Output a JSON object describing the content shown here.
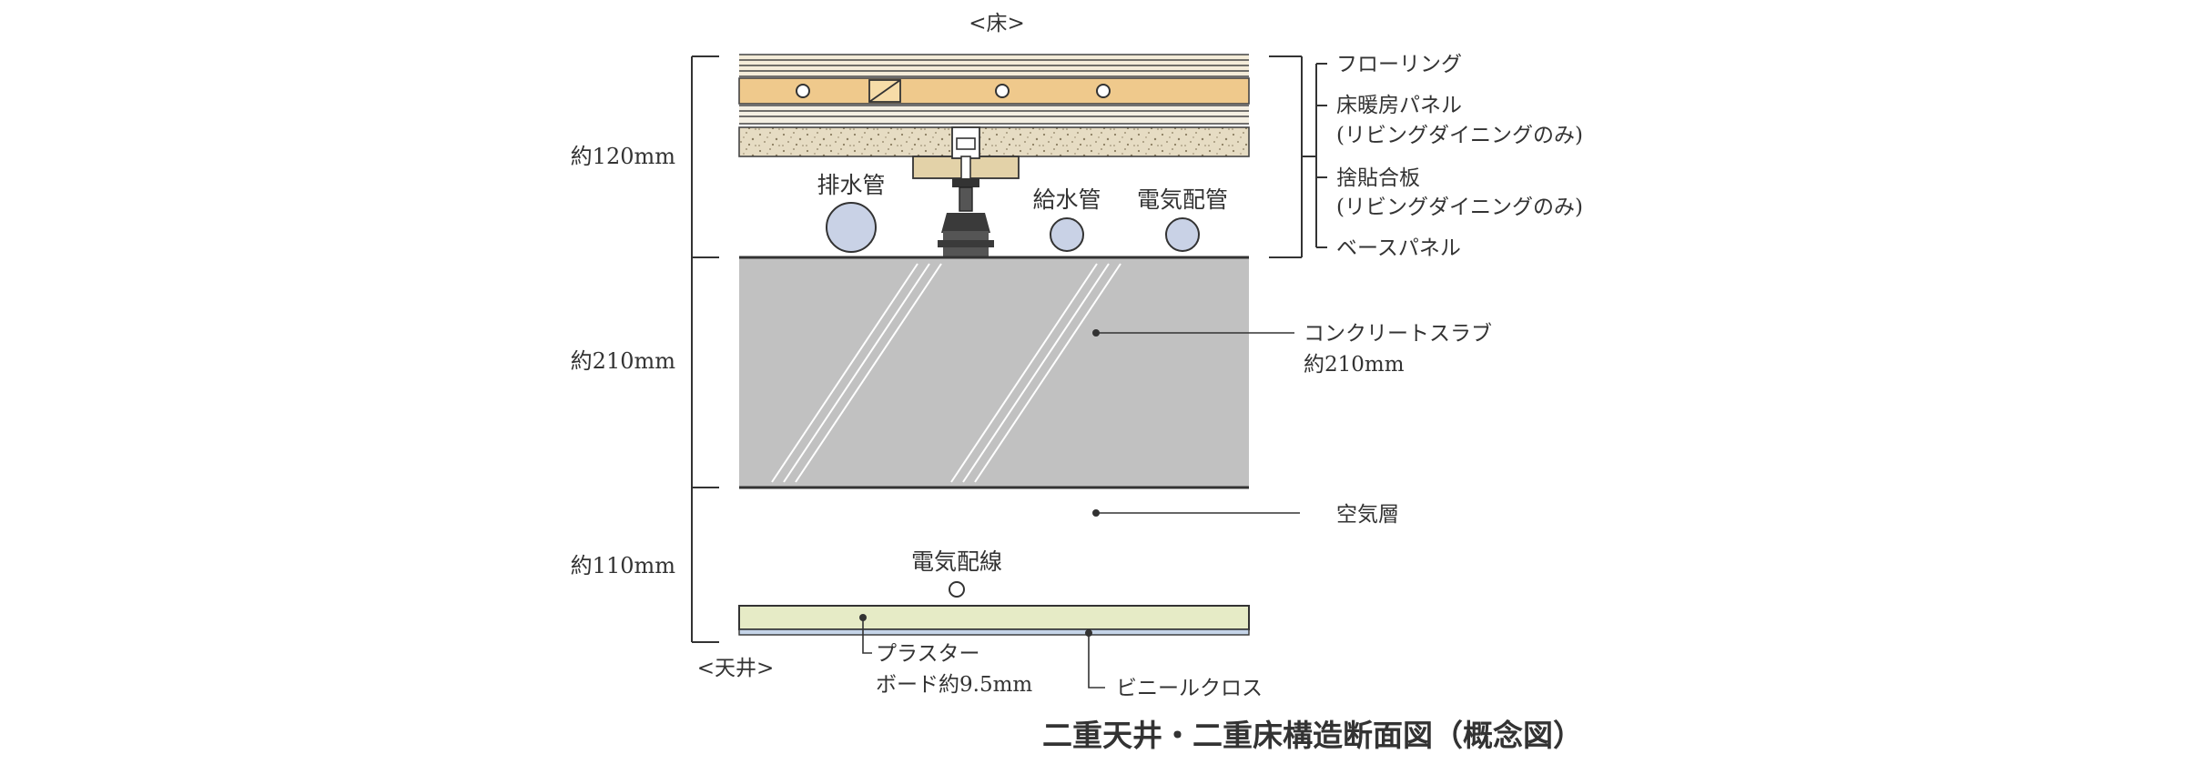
{
  "headings": {
    "floor": "<床>",
    "ceiling": "<天井>"
  },
  "dimensions": {
    "floor_zone": "約120mm",
    "slab_zone": "約210mm",
    "ceiling_zone": "約110mm"
  },
  "pipes": {
    "drain": "排水管",
    "water_supply": "給水管",
    "electrical_conduit": "電気配管",
    "electrical_wiring": "電気配線"
  },
  "floor_layers": {
    "flooring": "フローリング",
    "floor_heating_line1": "床暖房パネル",
    "floor_heating_line2": "(リビングダイニングのみ)",
    "plywood_line1": "捨貼合板",
    "plywood_line2": "(リビングダイニングのみ)",
    "base_panel": "ベースパネル"
  },
  "slab": {
    "label_line1": "コンクリートスラブ",
    "label_line2": "約210mm"
  },
  "air_layer": "空気層",
  "ceiling_layers": {
    "plaster_line1": "プラスター",
    "plaster_line2": "ボード約9.5mm",
    "vinyl": "ビニールクロス"
  },
  "caption": "二重天井・二重床構造断面図（概念図）",
  "colors": {
    "wood": "#efc98c",
    "base_panel": "#e6dcc3",
    "slab": "#c1c1c1",
    "plaster": "#e6ebc6",
    "pipe": "#c9d2e6",
    "line": "#333333"
  }
}
